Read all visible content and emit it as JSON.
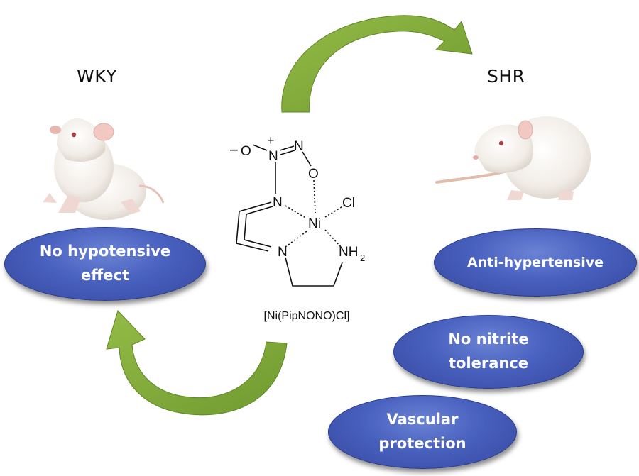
{
  "strains": {
    "left": "WKY",
    "right": "SHR"
  },
  "effects": {
    "left": [
      "No hypotensive\neffect"
    ],
    "right": [
      "Anti-hypertensive",
      "No nitrite\ntolerance",
      "Vascular\nprotection"
    ]
  },
  "compound": {
    "label": "[Ni(PipNONO)Cl]",
    "atoms": {
      "o_minus": "O",
      "o_minus_charge": "−",
      "n_plus": "N",
      "n_plus_charge": "+",
      "n_double": "N",
      "o_ring": "O",
      "n_upper": "N",
      "ni": "Ni",
      "cl": "Cl",
      "n_lower": "N",
      "nh2": "NH",
      "nh2_sub": "2"
    }
  },
  "colors": {
    "arrow": "#7ea83a",
    "arrow_dark": "#5f8627",
    "pill": "#4860be",
    "pill_text": "#ffffff",
    "rat_fur": "#f1ece6"
  },
  "icons": [
    "rat-wky-image",
    "rat-shr-image",
    "curved-arrow-top",
    "curved-arrow-bottom"
  ]
}
